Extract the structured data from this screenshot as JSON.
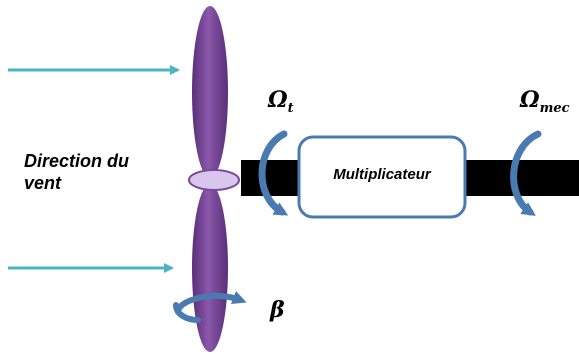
{
  "wind_label": "Direction du vent",
  "gearbox_label": "Multiplicateur",
  "omega_t": {
    "symbol": "Ω",
    "subscript": "t"
  },
  "omega_mec": {
    "symbol": "Ω",
    "subscript": "mec"
  },
  "beta_symbol": "β",
  "colors": {
    "blade": "#7b4a9a",
    "blade_dark": "#5a2e78",
    "hub": "#d8c6ec",
    "wind_arrow": "#4bb4c4",
    "rotation_arrow": "#4a7bb0",
    "gearbox_border": "#4a7bb0",
    "shaft": "#000000"
  }
}
